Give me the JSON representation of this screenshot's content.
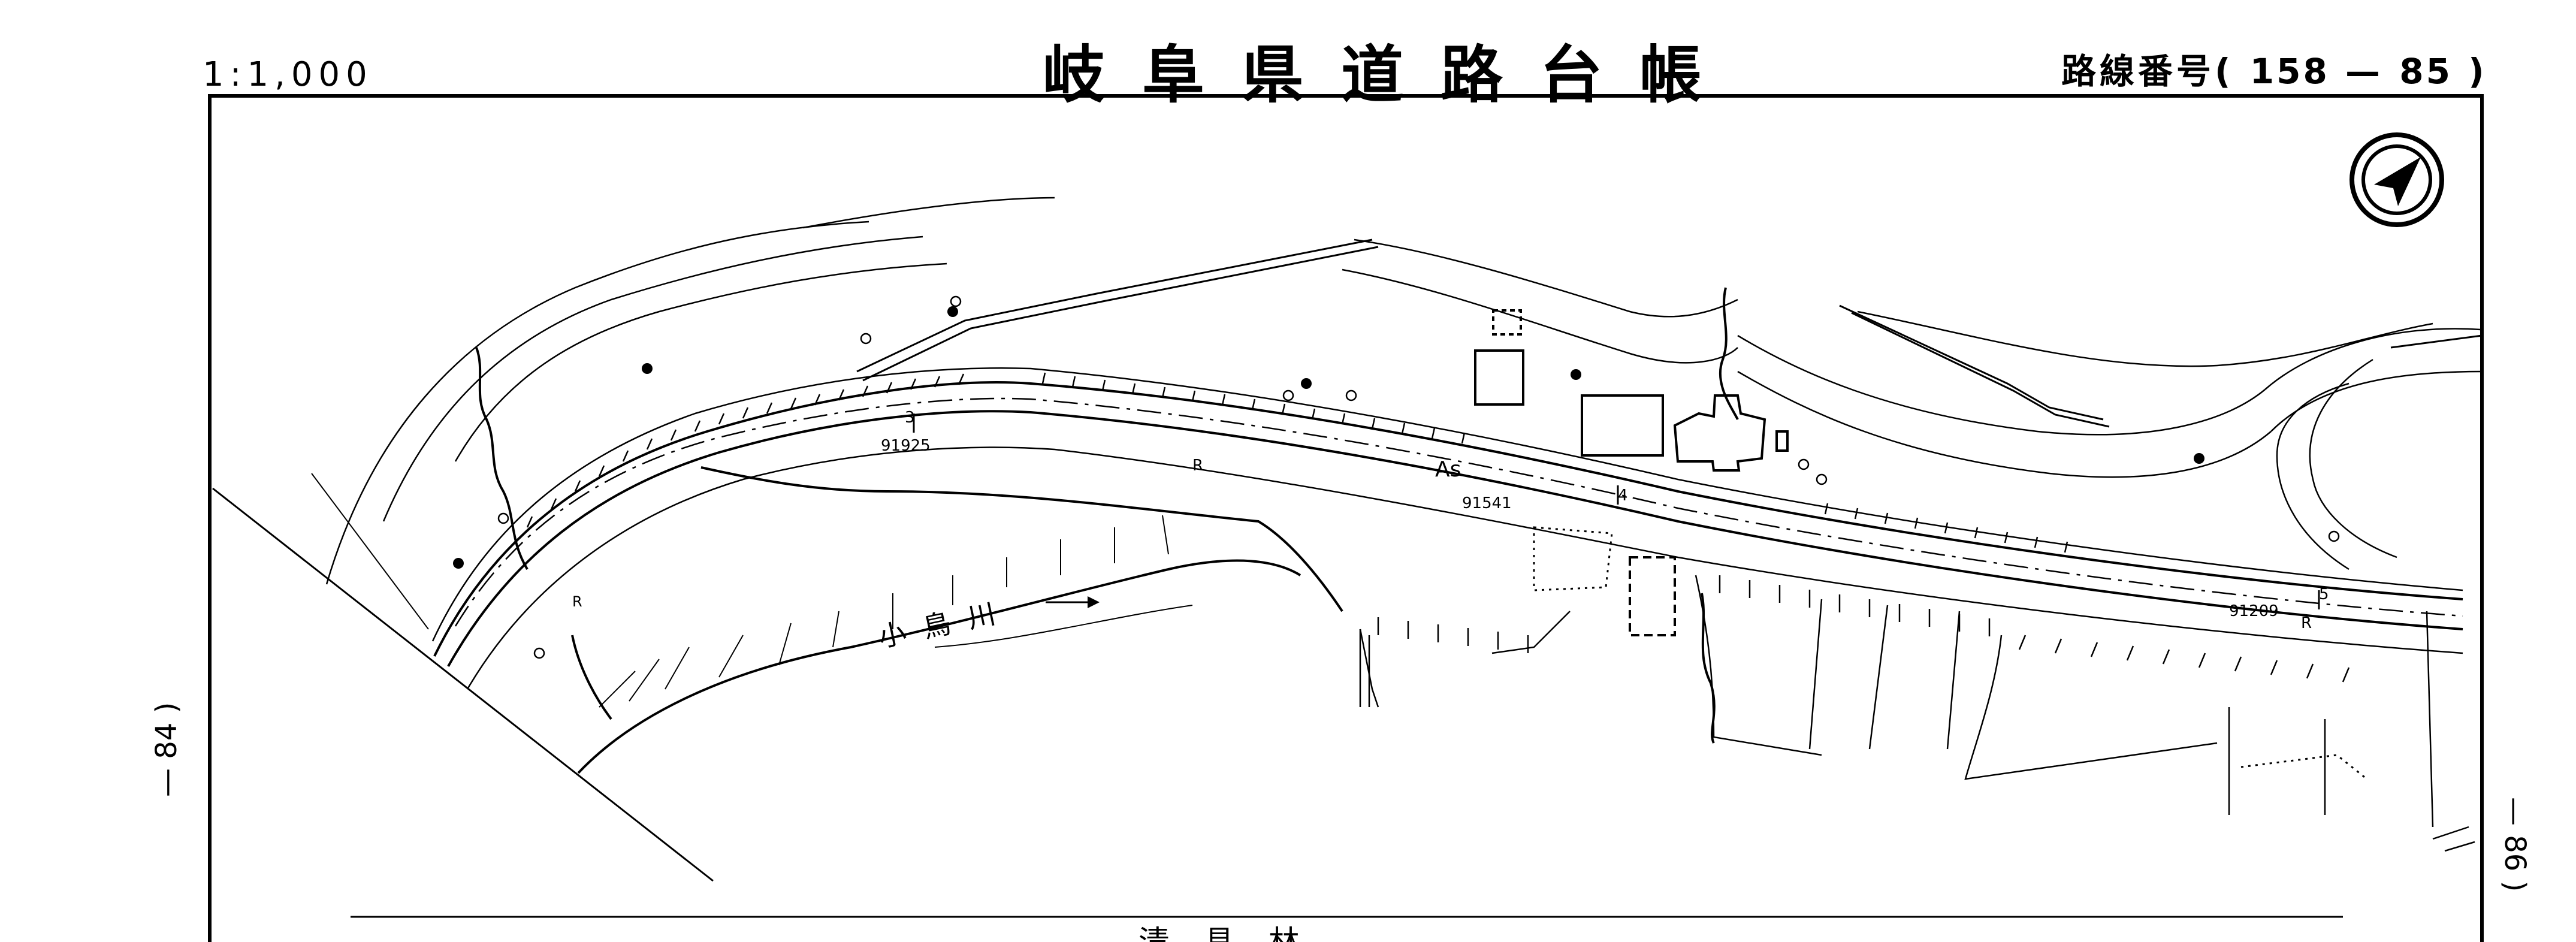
{
  "header": {
    "scale": "1:1,000",
    "title": "岐阜県道路台帳",
    "route_label": "路線番号",
    "route_open": "(",
    "route_number": "158",
    "route_dash": "—",
    "route_sheet": "85",
    "route_close": ")"
  },
  "sheet_refs": {
    "left": "— 84 )",
    "right": "— 86 )"
  },
  "map_labels": {
    "river_name": "小鳥川",
    "surface": "As",
    "elev_1": "91925",
    "elev_2": "91541",
    "elev_3": "91209",
    "station_3": "3",
    "station_4": "4",
    "station_5": "5",
    "r_marks": [
      "R",
      "R",
      "R"
    ],
    "bottom_partial": "清    具    林"
  },
  "icons": {
    "north_arrow": "north-arrow-icon"
  }
}
